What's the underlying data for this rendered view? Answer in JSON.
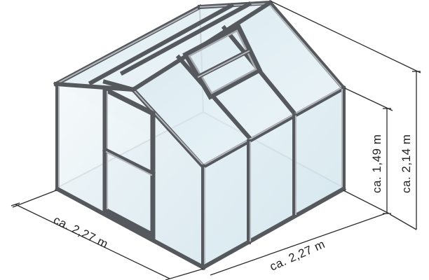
{
  "dimensions": {
    "width_front": "ca. 2,27 m",
    "width_side": "ca. 2,27 m",
    "height_eave": "ca. 1,49 m",
    "height_ridge": "ca. 2,14 m"
  },
  "colors": {
    "frame": "#55585c",
    "glass": "#dcecf2",
    "glass_shade": "#c7dde6",
    "line": "#2b2b2b"
  }
}
